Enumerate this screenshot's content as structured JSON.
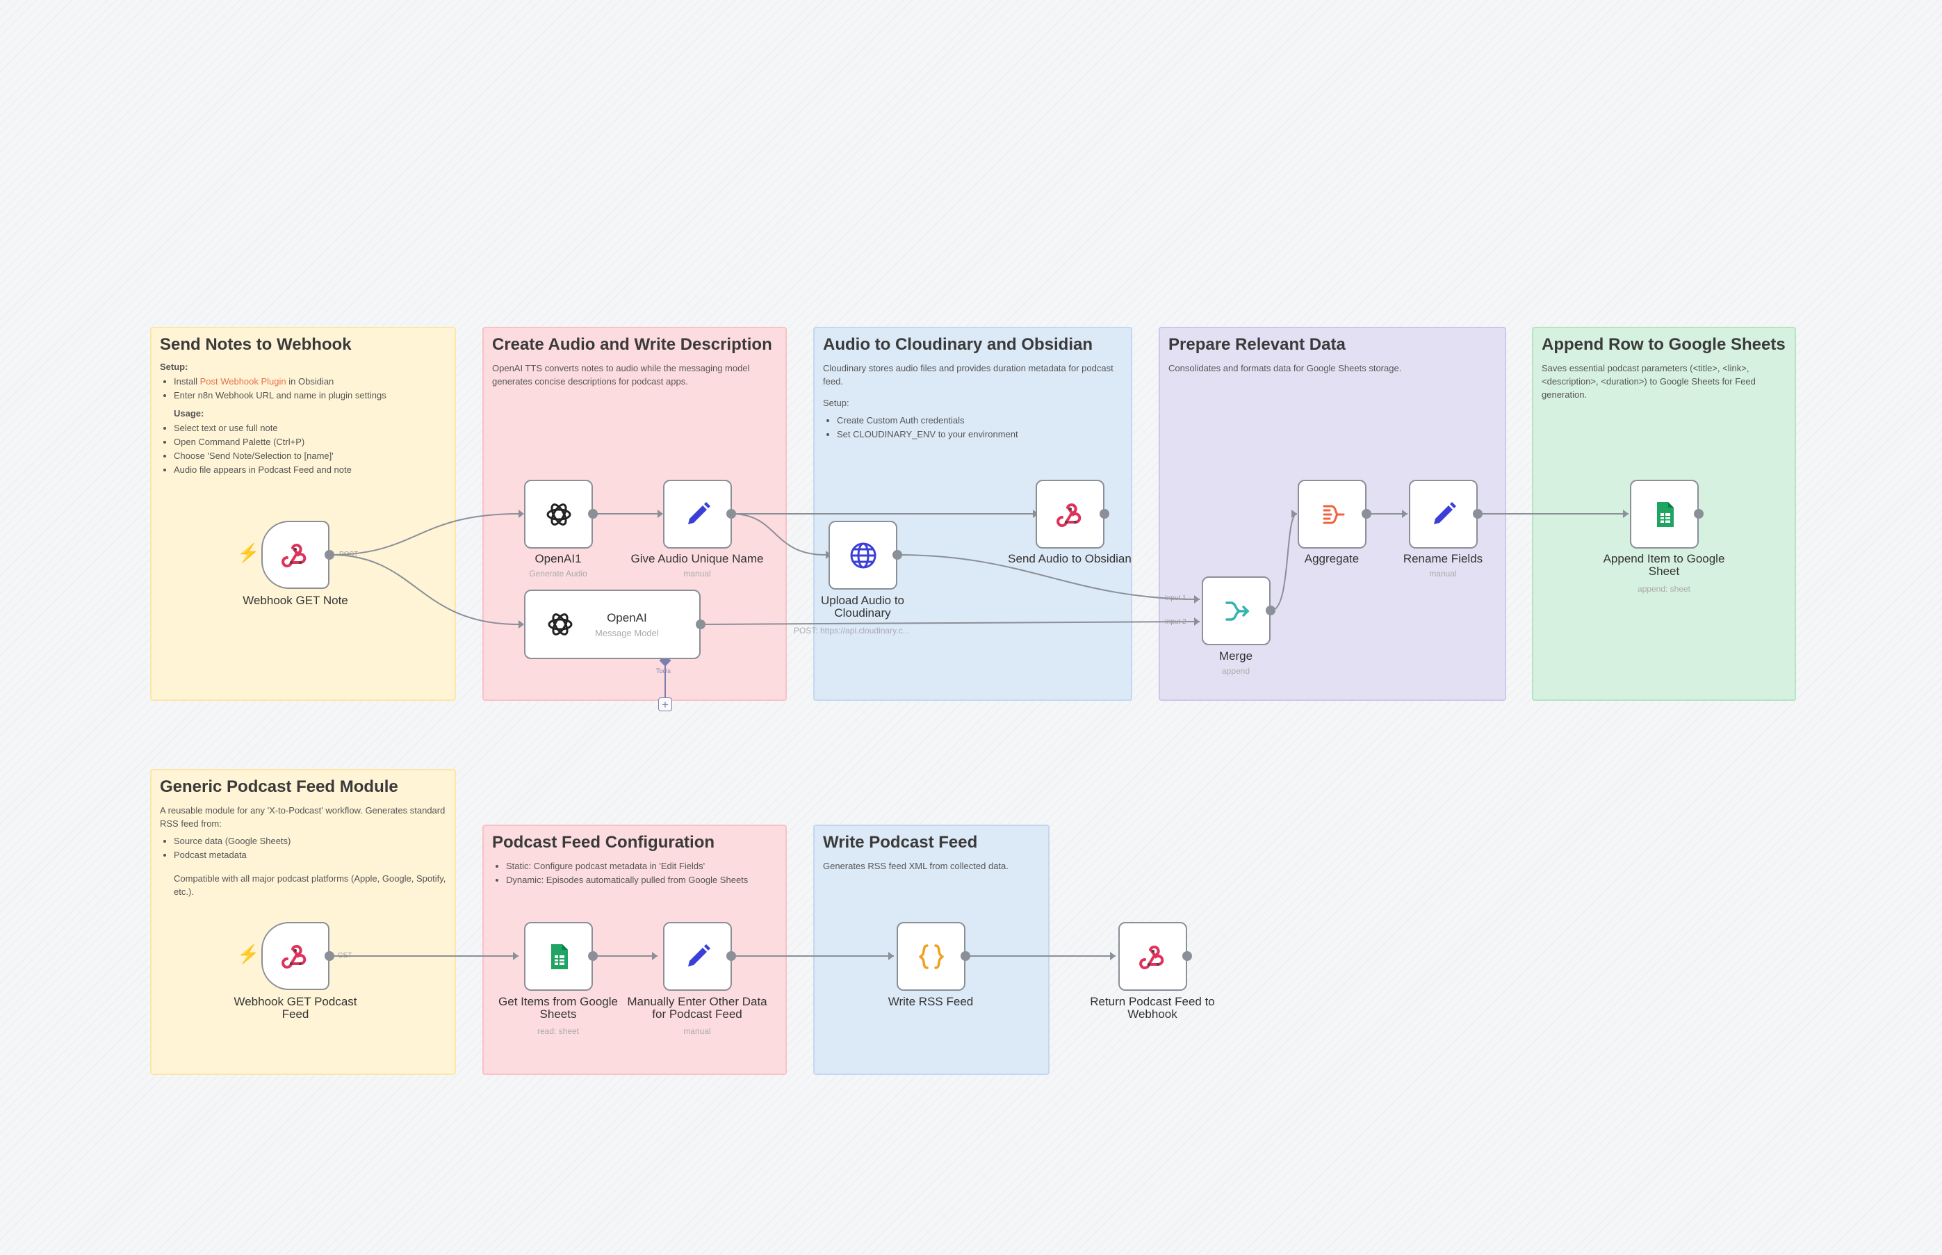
{
  "stickies": {
    "send_notes": {
      "title": "Send Notes to Webhook",
      "setup_label": "Setup:",
      "setup_items": [
        "Install ",
        "Enter n8n Webhook URL and name in plugin settings"
      ],
      "plugin_link": "Post Webhook Plugin",
      "plugin_suffix": " in Obsidian",
      "usage_label": "Usage:",
      "usage_items": [
        "Select text or use full note",
        "Open Command Palette (Ctrl+P)",
        "Choose 'Send Note/Selection to [name]'",
        "Audio file appears in Podcast Feed and note"
      ]
    },
    "create_audio": {
      "title": "Create Audio and Write Description",
      "body": "OpenAI TTS converts notes to audio while the messaging model generates concise descriptions for podcast apps."
    },
    "cloudinary": {
      "title": "Audio to Cloudinary and Obsidian",
      "body": "Cloudinary stores audio files and provides duration metadata for podcast feed.",
      "setup_label": "Setup:",
      "setup_items": [
        "Create Custom Auth credentials",
        "Set CLOUDINARY_ENV to your environment"
      ]
    },
    "prepare": {
      "title": "Prepare Relevant Data",
      "body": "Consolidates and formats data for Google Sheets storage."
    },
    "append_row": {
      "title": "Append Row to Google Sheets",
      "body": "Saves essential podcast parameters (<title>, <link>, <description>, <duration>) to Google Sheets for Feed generation."
    },
    "generic": {
      "title": "Generic Podcast Feed Module",
      "body": "A reusable module for any 'X-to-Podcast' workflow. Generates standard RSS feed from:",
      "items": [
        "Source data (Google Sheets)",
        "Podcast metadata"
      ],
      "footer": "Compatible with all major podcast platforms (Apple, Google, Spotify, etc.)."
    },
    "feed_config": {
      "title": "Podcast Feed Configuration",
      "items": [
        "Static: Configure podcast metadata in 'Edit Fields'",
        "Dynamic: Episodes automatically pulled from Google Sheets"
      ]
    },
    "write_feed": {
      "title": "Write Podcast Feed",
      "body": "Generates RSS feed XML from collected data."
    }
  },
  "nodes": {
    "webhook_note": {
      "label": "Webhook GET Note",
      "icon": "webhook-icon"
    },
    "openai1": {
      "label": "OpenAI1",
      "sub": "Generate Audio",
      "icon": "openai-icon"
    },
    "unique_name": {
      "label": "Give Audio Unique Name",
      "sub": "manual",
      "icon": "pencil-icon"
    },
    "openai": {
      "label": "OpenAI",
      "sub": "Message Model",
      "icon": "openai-icon"
    },
    "upload_cloudinary": {
      "label": "Upload Audio to Cloudinary",
      "icon": "globe-icon"
    },
    "send_obsidian": {
      "label": "Send Audio to Obsidian",
      "icon": "webhook-icon"
    },
    "merge": {
      "label": "Merge",
      "sub": "append",
      "icon": "merge-icon"
    },
    "aggregate": {
      "label": "Aggregate",
      "icon": "aggregate-icon"
    },
    "rename_fields": {
      "label": "Rename Fields",
      "sub": "manual",
      "icon": "pencil-icon"
    },
    "append_item": {
      "label": "Append Item to Google Sheet",
      "sub": "append: sheet",
      "icon": "google-sheets-icon"
    },
    "webhook_feed": {
      "label": "Webhook GET Podcast Feed",
      "icon": "webhook-icon"
    },
    "get_items": {
      "label": "Get Items from Google Sheets",
      "sub": "read: sheet",
      "icon": "google-sheets-icon"
    },
    "manual_enter": {
      "label": "Manually Enter Other Data for Podcast Feed",
      "sub": "manual",
      "icon": "pencil-icon"
    },
    "write_rss": {
      "label": "Write RSS Feed",
      "icon": "code-braces-icon"
    },
    "return_feed": {
      "label": "Return Podcast Feed to Webhook",
      "icon": "webhook-icon"
    }
  },
  "edge_labels": {
    "post": "POST",
    "get": "GET",
    "cloudinary_url": "POST: https://api.cloudinary.c...",
    "merge_input1": "Input 1",
    "merge_input2": "Input 2",
    "tools": "Tools"
  },
  "colors": {
    "yellow": "#fff4d6",
    "red": "#fddcdf",
    "blue": "#dce9f6",
    "purple": "#e4e0f3",
    "green": "#d6f1df",
    "trigger_bolt": "#ff5a3c",
    "webhook_icon": "#e0315b",
    "pencil_icon": "#3b3fd8",
    "sheets_icon": "#1fa463",
    "merge_icon": "#35b3b0",
    "aggregate_icon": "#f0623d",
    "rss_icon": "#f0a01e"
  }
}
